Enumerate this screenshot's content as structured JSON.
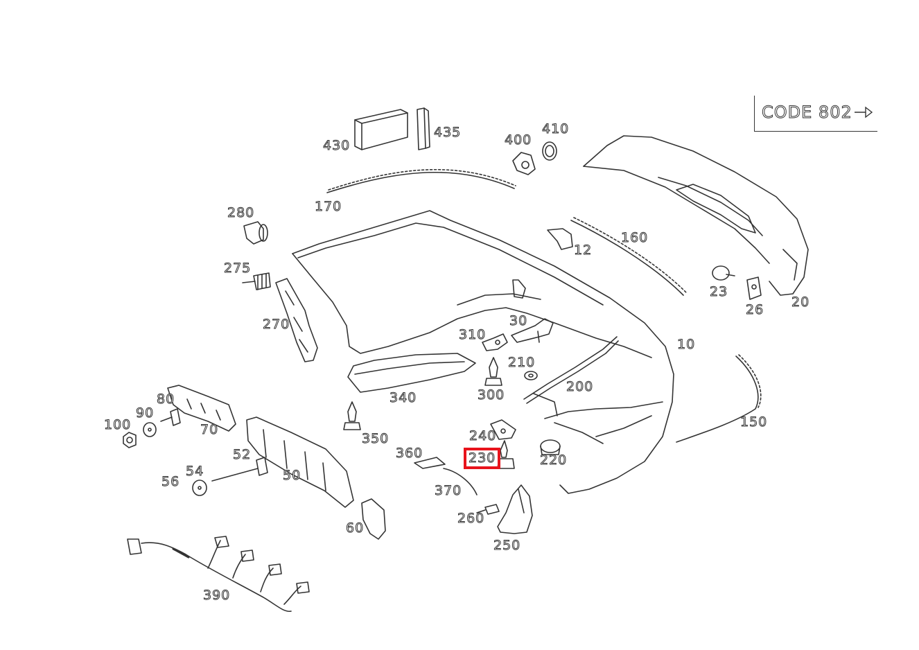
{
  "diagram": {
    "code_label": "CODE 802",
    "highlight_color": "#e8131b",
    "line_color": "#333333",
    "highlighted_part": "230",
    "parts": [
      {
        "id": "p430",
        "label": "430"
      },
      {
        "id": "p435",
        "label": "435"
      },
      {
        "id": "p400",
        "label": "400"
      },
      {
        "id": "p410",
        "label": "410"
      },
      {
        "id": "p170",
        "label": "170"
      },
      {
        "id": "p280",
        "label": "280"
      },
      {
        "id": "p12",
        "label": "12"
      },
      {
        "id": "p160",
        "label": "160"
      },
      {
        "id": "p275",
        "label": "275"
      },
      {
        "id": "p23",
        "label": "23"
      },
      {
        "id": "p26",
        "label": "26"
      },
      {
        "id": "p20",
        "label": "20"
      },
      {
        "id": "p270",
        "label": "270"
      },
      {
        "id": "p30",
        "label": "30"
      },
      {
        "id": "p310",
        "label": "310"
      },
      {
        "id": "p10",
        "label": "10"
      },
      {
        "id": "p210",
        "label": "210"
      },
      {
        "id": "p200",
        "label": "200"
      },
      {
        "id": "p340",
        "label": "340"
      },
      {
        "id": "p300",
        "label": "300"
      },
      {
        "id": "p80",
        "label": "80"
      },
      {
        "id": "p90",
        "label": "90"
      },
      {
        "id": "p100",
        "label": "100"
      },
      {
        "id": "p70",
        "label": "70"
      },
      {
        "id": "p150",
        "label": "150"
      },
      {
        "id": "p350",
        "label": "350"
      },
      {
        "id": "p240",
        "label": "240"
      },
      {
        "id": "p52",
        "label": "52"
      },
      {
        "id": "p360",
        "label": "360"
      },
      {
        "id": "p230",
        "label": "230"
      },
      {
        "id": "p220",
        "label": "220"
      },
      {
        "id": "p54",
        "label": "54"
      },
      {
        "id": "p56",
        "label": "56"
      },
      {
        "id": "p50",
        "label": "50"
      },
      {
        "id": "p370",
        "label": "370"
      },
      {
        "id": "p260",
        "label": "260"
      },
      {
        "id": "p60",
        "label": "60"
      },
      {
        "id": "p250",
        "label": "250"
      },
      {
        "id": "p390",
        "label": "390"
      }
    ]
  }
}
